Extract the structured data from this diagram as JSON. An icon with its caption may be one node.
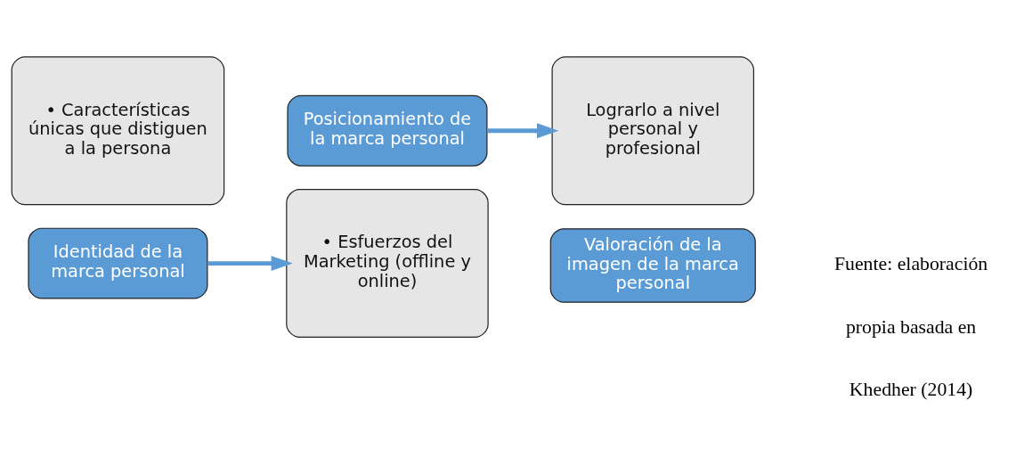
{
  "diagram": {
    "nodes": [
      {
        "text": [
          "• Características únicas que distiguen a la persona"
        ]
      },
      {
        "text": [
          "Identidad de la marca personal"
        ]
      },
      {
        "text": [
          "• Esfuerzos del Marketing (offline y online)"
        ]
      },
      {
        "text": [
          "Posicionamiento de la marca personal"
        ]
      },
      {
        "text": [
          "Lograrlo a nivel personal y profesional"
        ]
      },
      {
        "text": [
          "Valoración de la imagen de la marca personal"
        ]
      }
    ],
    "edges": [
      {
        "from": 1,
        "to": 2,
        "arrow": "to"
      },
      {
        "from": 3,
        "to": 4,
        "arrow": "to"
      }
    ],
    "labels": [
      "Fuente: elaboración",
      "propia basada en",
      "Khedher (2014)"
    ]
  }
}
